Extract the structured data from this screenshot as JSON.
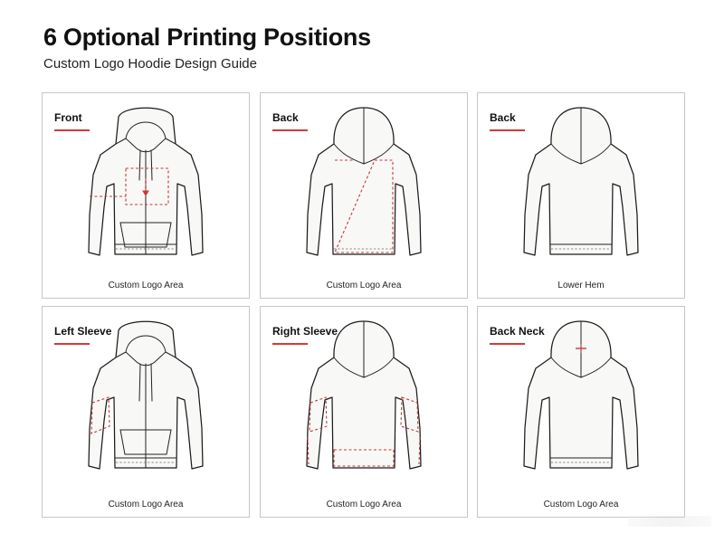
{
  "header": {
    "title": "6 Optional Printing Positions",
    "subtitle": "Custom Logo Hoodie Design Guide"
  },
  "panels": [
    {
      "label": "Front",
      "caption": "Custom Logo Area",
      "view": "front",
      "highlight": "chest"
    },
    {
      "label": "Back",
      "caption": "Custom Logo Area",
      "view": "back",
      "highlight": "back-full"
    },
    {
      "label": "Back",
      "caption": "Lower Hem",
      "view": "back",
      "highlight": "none"
    },
    {
      "label": "Left Sleeve",
      "caption": "Custom Logo Area",
      "view": "front",
      "highlight": "left-sleeve"
    },
    {
      "label": "Right Sleeve",
      "caption": "Custom Logo Area",
      "view": "back",
      "highlight": "sleeves"
    },
    {
      "label": "Back Neck",
      "caption": "Custom Logo Area",
      "view": "back",
      "highlight": "back-neck"
    }
  ],
  "colors": {
    "accent": "#d23a3a",
    "border": "#c7c7c7",
    "garment": "#f8f8f6"
  }
}
